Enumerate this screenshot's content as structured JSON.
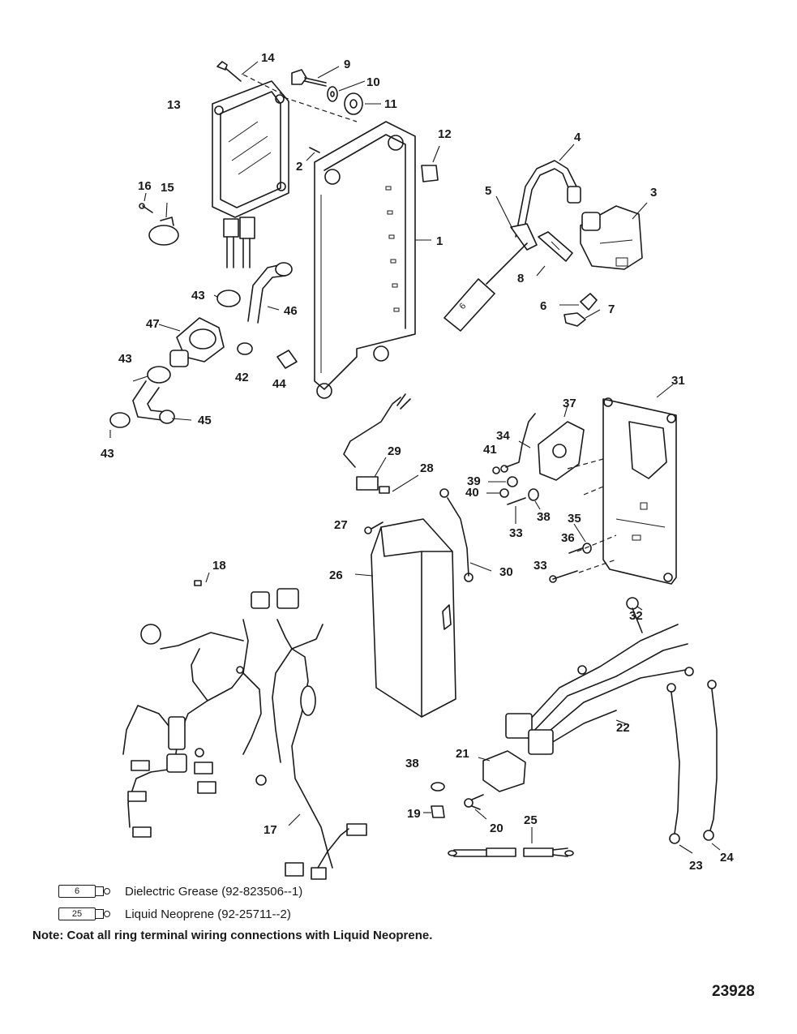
{
  "callouts": {
    "c1": "1",
    "c2": "2",
    "c3": "3",
    "c4": "4",
    "c5": "5",
    "c6": "6",
    "c7": "7",
    "c8": "8",
    "c9": "9",
    "c10": "10",
    "c11": "11",
    "c12": "12",
    "c13": "13",
    "c14": "14",
    "c15": "15",
    "c16": "16",
    "c17": "17",
    "c18": "18",
    "c19": "19",
    "c20": "20",
    "c21": "21",
    "c22": "22",
    "c23": "23",
    "c24": "24",
    "c25": "25",
    "c26": "26",
    "c27": "27",
    "c28": "28",
    "c29": "29",
    "c30": "30",
    "c31": "31",
    "c32": "32",
    "c33a": "33",
    "c33b": "33",
    "c34": "34",
    "c35": "35",
    "c36": "36",
    "c37": "37",
    "c38a": "38",
    "c38b": "38",
    "c39": "39",
    "c40": "40",
    "c41": "41",
    "c42": "42",
    "c43a": "43",
    "c43b": "43",
    "c43c": "43",
    "c44": "44",
    "c45": "45",
    "c46": "46",
    "c47": "47"
  },
  "tube_labels": {
    "t6": "6"
  },
  "legend": [
    {
      "code": "6",
      "text": "Dielectric Grease (92-823506--1)"
    },
    {
      "code": "25",
      "text": "Liquid Neoprene (92-25711--2)"
    }
  ],
  "note": "Note: Coat all ring terminal wiring connections with Liquid Neoprene.",
  "figure_number": "23928"
}
